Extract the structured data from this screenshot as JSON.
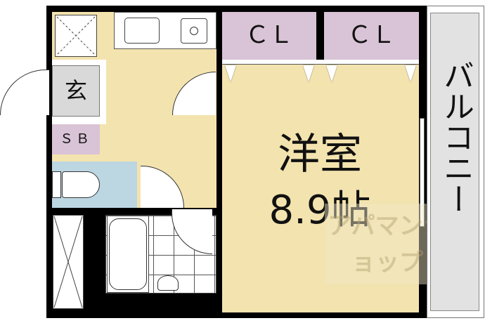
{
  "floorplan": {
    "rooms": {
      "western_room": {
        "name": "洋室",
        "size": "8.9帖"
      },
      "closet_1": "ＣＬ",
      "closet_2": "ＣＬ",
      "entrance": "玄",
      "shoe_box": "ＳＢ",
      "balcony": "バルコニー"
    },
    "watermark": "アパマンショップ"
  },
  "colors": {
    "wall": "#000000",
    "floor": "#f3e3ae",
    "closet": "#d9c3d6",
    "toilet": "#bcd6e2",
    "entrance": "#d9d9d9",
    "balcony": "#e2e2e2"
  }
}
